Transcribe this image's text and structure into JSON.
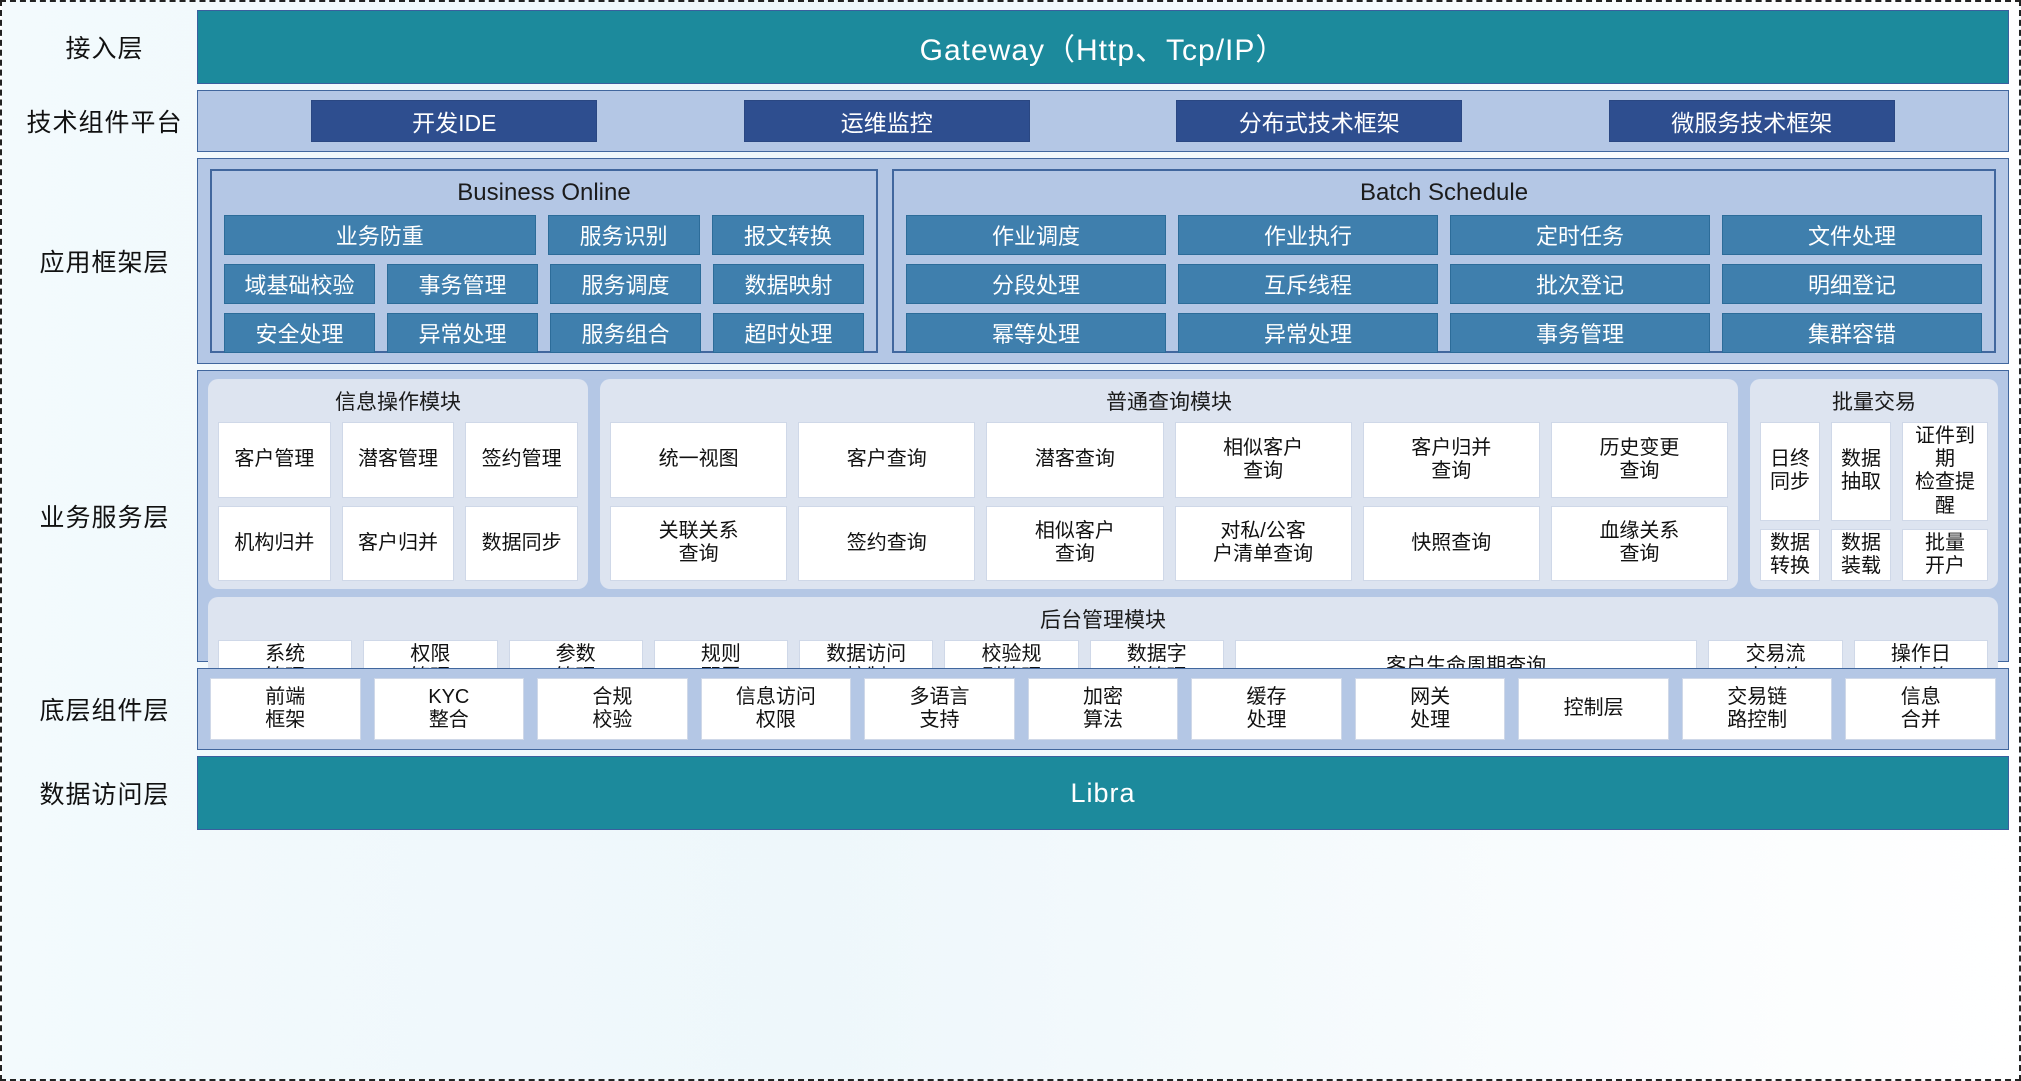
{
  "layers": [
    {
      "id": "access",
      "label": "接入层"
    },
    {
      "id": "tech",
      "label": "技术组件平台"
    },
    {
      "id": "appframework",
      "label": "应用框架层"
    },
    {
      "id": "bizservice",
      "label": "业务服务层"
    },
    {
      "id": "component",
      "label": "底层组件层"
    },
    {
      "id": "dataaccess",
      "label": "数据访问层"
    }
  ],
  "access": {
    "gateway": "Gateway（Http、Tcp/IP）"
  },
  "tech": {
    "items": [
      "开发IDE",
      "运维监控",
      "分布式技术框架",
      "微服务技术框架"
    ]
  },
  "appframework": {
    "business_online": {
      "title": "Business Online",
      "rows": [
        [
          "业务防重",
          "服务识别",
          "报文转换"
        ],
        [
          "域基础校验",
          "事务管理",
          "服务调度",
          "数据映射"
        ],
        [
          "安全处理",
          "异常处理",
          "服务组合",
          "超时处理"
        ]
      ]
    },
    "batch_schedule": {
      "title": "Batch Schedule",
      "rows": [
        [
          "作业调度",
          "作业执行",
          "定时任务",
          "文件处理"
        ],
        [
          "分段处理",
          "互斥线程",
          "批次登记",
          "明细登记"
        ],
        [
          "幂等处理",
          "异常处理",
          "事务管理",
          "集群容错"
        ]
      ]
    }
  },
  "bizservice": {
    "info_op": {
      "title": "信息操作模块",
      "rows": [
        [
          "客户管理",
          "潜客管理",
          "签约管理"
        ],
        [
          "机构归并",
          "客户归并",
          "数据同步"
        ]
      ]
    },
    "common_query": {
      "title": "普通查询模块",
      "rows": [
        [
          "统一视图",
          "客户查询",
          "潜客查询",
          "相似客户\n查询",
          "客户归并\n查询",
          "历史变更\n查询"
        ],
        [
          "关联关系\n查询",
          "签约查询",
          "相似客户\n查询",
          "对私/公客\n户清单查询",
          "快照查询",
          "血缘关系\n查询"
        ]
      ]
    },
    "batch_trade": {
      "title": "批量交易",
      "rows": [
        [
          "日终\n同步",
          "数据\n抽取",
          "证件到期\n检查提醒"
        ],
        [
          "数据\n转换",
          "数据\n装载",
          "批量\n开户"
        ]
      ]
    },
    "backend_mgmt": {
      "title": "后台管理模块",
      "items": [
        "系统\n管理",
        "权限\n管理",
        "参数\n管理",
        "规则\n配置",
        "数据访问\n控制",
        "校验规\n则管理",
        "数据字\n典管理",
        "客户生命周期查询",
        "交易流\n水查询",
        "操作日\n志查询"
      ]
    }
  },
  "component": {
    "items": [
      "前端\n框架",
      "KYC\n整合",
      "合规\n校验",
      "信息访问\n权限",
      "多语言\n支持",
      "加密\n算法",
      "缓存\n处理",
      "网关\n处理",
      "控制层",
      "交易链\n路控制",
      "信息\n合并"
    ]
  },
  "dataaccess": {
    "libra": "Libra"
  },
  "colors": {
    "teal": "#1c8a9c",
    "panel_blue": "#b4c7e5",
    "dark_button": "#2e4e8f",
    "mid_button": "#3f7fad",
    "module_bg": "#dde4f0",
    "border": "#41679e"
  }
}
